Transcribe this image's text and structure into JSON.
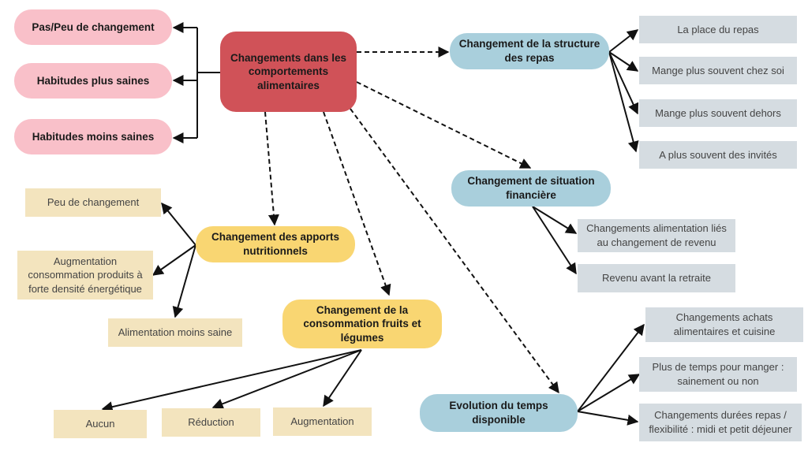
{
  "colors": {
    "central": "#d05258",
    "pink": "#f9c0c9",
    "blue": "#a9cfdc",
    "yellow": "#f9d672",
    "beige": "#f3e4be",
    "grey": "#d5dce1"
  },
  "central": "Changements dans les comportements alimentaires",
  "left_nodes": [
    "Pas/Peu de changement",
    "Habitudes plus saines",
    "Habitudes moins saines"
  ],
  "structure": {
    "title": "Changement de la structure des repas",
    "items": [
      "La place du repas",
      "Mange plus souvent chez soi",
      "Mange plus souvent dehors",
      "A plus souvent des invités"
    ]
  },
  "finance": {
    "title": "Changement de situation financière",
    "items": [
      "Changements alimentation liés au changement de revenu",
      "Revenu avant la retraite"
    ]
  },
  "nutrition": {
    "title": "Changement des apports nutritionnels",
    "items": [
      "Peu de changement",
      "Augmentation consommation produits à forte densité énergétique",
      "Alimentation moins saine"
    ]
  },
  "fruits": {
    "title": "Changement de la consommation fruits et légumes",
    "items": [
      "Aucun",
      "Réduction",
      "Augmentation"
    ]
  },
  "time": {
    "title": "Evolution du temps disponible",
    "items": [
      "Changements achats alimentaires et cuisine",
      "Plus de temps pour manger : sainement ou non",
      "Changements durées repas / flexibilité : midi et petit déjeuner"
    ]
  }
}
